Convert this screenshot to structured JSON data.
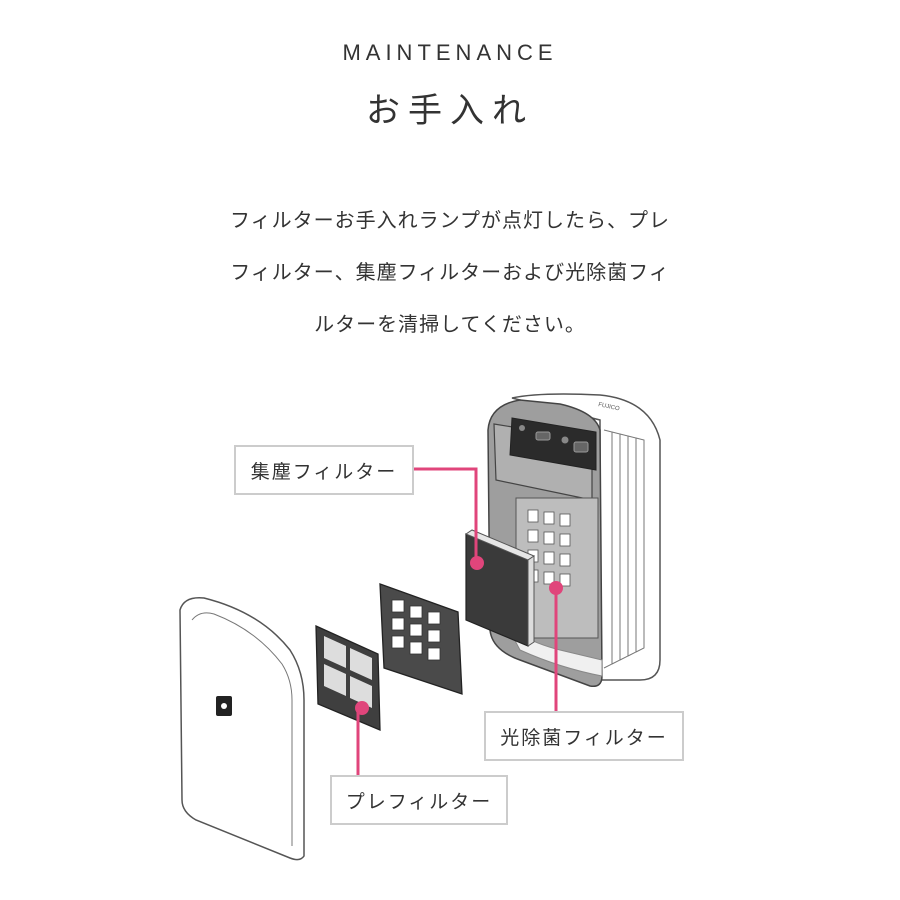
{
  "header": {
    "eyebrow": "MAINTENANCE",
    "title": "お手入れ"
  },
  "description": {
    "lines": [
      "フィルターお手入れランプが点灯したら、プレ",
      "フィルター、集塵フィルターおよび光除菌フィ",
      "ルターを清掃してください。"
    ]
  },
  "diagram": {
    "callouts": {
      "dust_filter": "集塵フィルター",
      "photocatalyst_filter": "光除菌フィルター",
      "pre_filter": "プレフィルター"
    },
    "brand_mark": "FUJICO",
    "accent_color": "#e0457b",
    "border_color": "#cccccc"
  }
}
